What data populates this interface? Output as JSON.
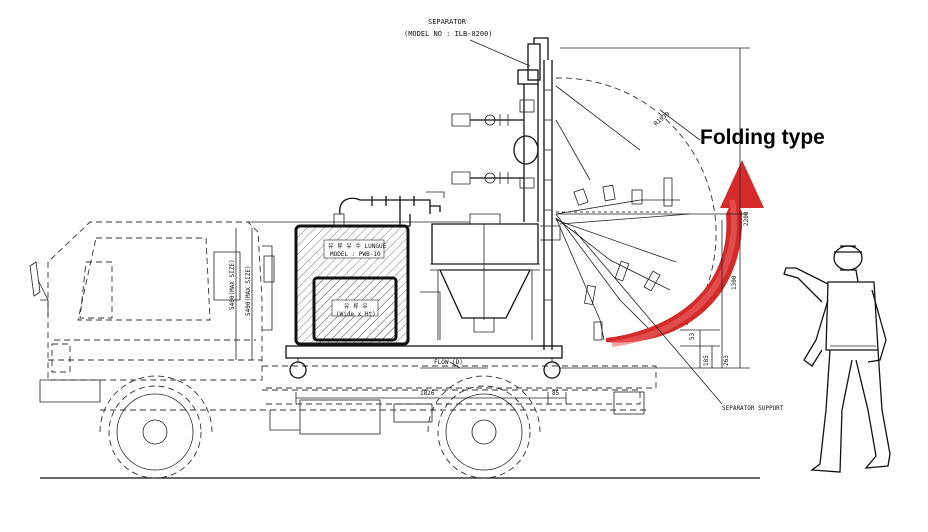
{
  "labels": {
    "separator_title": "SEPARATOR",
    "separator_model": "(MODEL NO : ILB-0200)",
    "folding_type": "Folding type",
    "flow": "FLOW (D)",
    "separator_support": "SEPARATOR SUPPORT",
    "dim_1826": "1826",
    "dim_85": "85",
    "dim_1300": "1300",
    "dim_2200": "2200",
    "dim_r1930": "R1930",
    "dim_53": "53",
    "dim_185": "185",
    "dim_263": "263",
    "vert_left_1": "5400(MAX SIZE)",
    "vert_left_2": "5400(MAX SIZE)",
    "box_caption_1": "유 류 유 수 LUNGUE",
    "box_caption_2": "MODEL : PWB-10",
    "box_inner_1": "유 류 유",
    "box_inner_2": "(Wide x Ht)"
  },
  "colors": {
    "arrow": "#d42a2a",
    "line": "#111111"
  }
}
